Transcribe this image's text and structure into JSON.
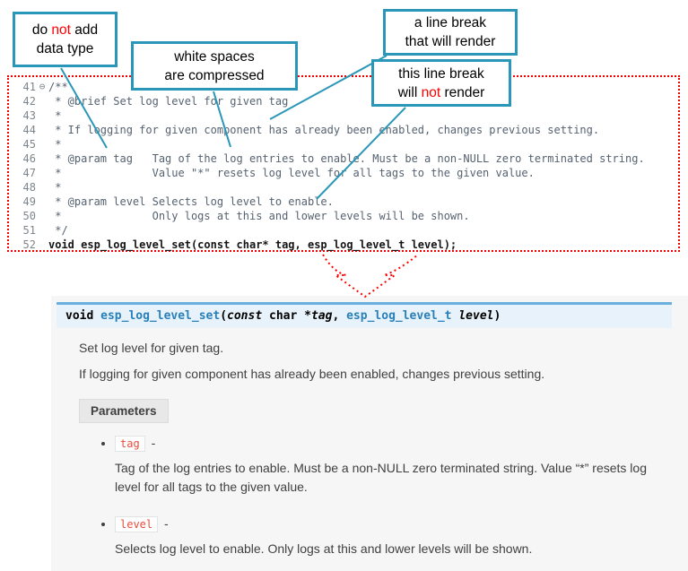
{
  "colors": {
    "accent": "#2a97b8",
    "red": "#ff0000",
    "codeBorder": "#f00000",
    "sigBg": "#e7f2fa",
    "sigBorder": "#6ab0de",
    "linkBlue": "#2980b9",
    "chipRed": "#e74c3c",
    "docsBg": "#f6f6f6",
    "bodyText": "#404040",
    "comment": "#566270",
    "lineNumber": "#7d868c"
  },
  "callouts": {
    "do_not_add": {
      "l1a": "do ",
      "l1b": "not",
      "l1c": " add",
      "l2": "data type"
    },
    "white_spaces": {
      "l1": "white spaces",
      "l2": "are compressed"
    },
    "break_render": {
      "l1": "a line break",
      "l2": "that will render"
    },
    "break_not_render": {
      "l1": "this line break",
      "l2a": "will ",
      "l2b": "not",
      "l2c": " render"
    }
  },
  "code": {
    "lines": [
      {
        "num": "41",
        "fold": "⊖",
        "text": "/**"
      },
      {
        "num": "42",
        "fold": "",
        "text": " * @brief Set log level for given tag"
      },
      {
        "num": "43",
        "fold": "",
        "text": " *"
      },
      {
        "num": "44",
        "fold": "",
        "text": " * If logging for given component has already been enabled, changes previous setting."
      },
      {
        "num": "45",
        "fold": "",
        "text": " *"
      },
      {
        "num": "46",
        "fold": "",
        "text": " * @param tag   Tag of the log entries to enable. Must be a non-NULL zero terminated string."
      },
      {
        "num": "47",
        "fold": "",
        "text": " *              Value \"*\" resets log level for all tags to the given value."
      },
      {
        "num": "48",
        "fold": "",
        "text": " *"
      },
      {
        "num": "49",
        "fold": "",
        "text": " * @param level Selects log level to enable."
      },
      {
        "num": "50",
        "fold": "",
        "text": " *              Only logs at this and lower levels will be shown."
      },
      {
        "num": "51",
        "fold": "",
        "text": " */"
      },
      {
        "num": "52",
        "fold": "",
        "text": "void esp_log_level_set(const char* tag, esp_log_level_t level);"
      }
    ]
  },
  "docs": {
    "signature": {
      "ret": "void ",
      "name": "esp_log_level_set",
      "open": "(",
      "const_kw": "const",
      "char_part": " char *",
      "arg1": "tag",
      "comma": ", ",
      "type2": "esp_log_level_t ",
      "arg2": "level",
      "close": ")"
    },
    "brief": "Set log level for given tag.",
    "detail": "If logging for given component has already been enabled, changes previous setting.",
    "parameters_label": "Parameters",
    "params": [
      {
        "name": "tag",
        "sep": " -",
        "desc": "Tag of the log entries to enable. Must be a non-NULL zero terminated string. Value “*” resets log level for all tags to the given value."
      },
      {
        "name": "level",
        "sep": " -",
        "desc": "Selects log level to enable. Only logs at this and lower levels will be shown."
      }
    ]
  }
}
